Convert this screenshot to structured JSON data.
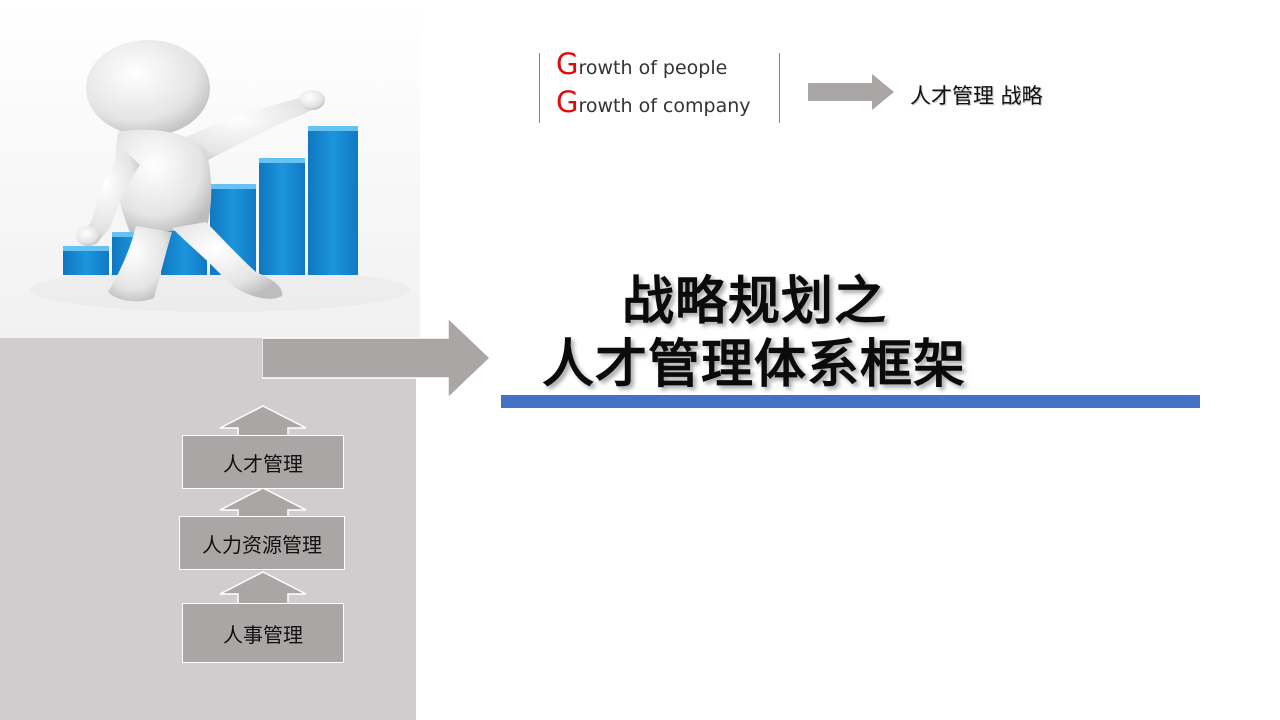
{
  "growth": {
    "line1_cap": "G",
    "line1_rest": "rowth of people",
    "line2_cap": "G",
    "line2_rest": "rowth of company"
  },
  "strategy_label": "人才管理 战略",
  "title": {
    "line1": "战略规划之",
    "line2": "人才管理体系框架"
  },
  "levels": {
    "top": "人才管理",
    "middle": "人力资源管理",
    "bottom": "人事管理"
  },
  "colors": {
    "accent_red": "#e00b0b",
    "title_bar_blue": "#4472c4",
    "arrow_gray": "#a9a6a5",
    "panel_gray": "#cfcdcd",
    "bar_blue": "#1a8fd6"
  },
  "icons": {
    "illustration": "3d-person-pointing-at-bar-chart",
    "connector": "right-arrow"
  }
}
